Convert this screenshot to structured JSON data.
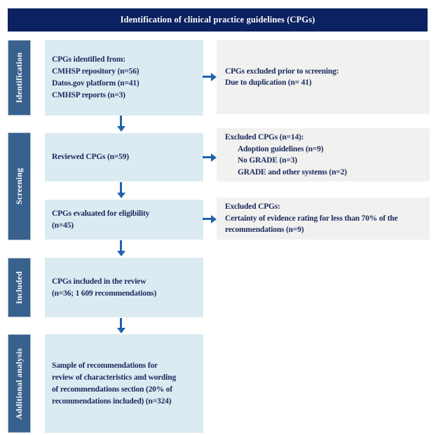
{
  "header": {
    "title": "Identification of clinical practice guidelines (CPGs)"
  },
  "sidebar": {
    "stages": [
      {
        "label": "Identification"
      },
      {
        "label": "Screening"
      },
      {
        "label": "Included"
      },
      {
        "label": "Additional analysis"
      }
    ]
  },
  "flow": {
    "main_boxes": [
      {
        "lines": [
          "CPGs identified from:",
          "CMHSP repository (n=56)",
          "Datos.gov platform (n=41)",
          "CMHSP reports (n=3)"
        ]
      },
      {
        "lines": [
          "Reviewed CPGs (n=59)"
        ]
      },
      {
        "lines": [
          "CPGs evaluated for eligibility",
          "(n=45)"
        ]
      },
      {
        "lines": [
          "CPGs included in the review",
          "(n=36; 1 609 recommendations)"
        ]
      },
      {
        "lines": [
          "Sample of recommendations for",
          "review of characteristics and wording",
          "of recommendations section (20% of",
          "recommendations included) (n=324)"
        ]
      }
    ],
    "side_boxes": [
      {
        "lines": [
          "CPGs excluded prior to screening:",
          "Due to duplication (n= 41)"
        ]
      },
      {
        "lines": [
          "Excluded CPGs (n=14):",
          "Adoption guidelines (n=9)",
          "No GRADE (n=3)",
          "GRADE and other systems (n=2)"
        ]
      },
      {
        "lines": [
          "Excluded CPGs:",
          "Certainty of evidence rating for less than 70% of the",
          "recommendations (n=9)"
        ]
      }
    ]
  },
  "colors": {
    "header_bg": "#0c2161",
    "stage_bg": "#38618e",
    "main_box_bg": "#dcebf2",
    "side_box_bg": "#f1f1ef",
    "text": "#1a2a5e",
    "arrow": "#1f63ab"
  }
}
